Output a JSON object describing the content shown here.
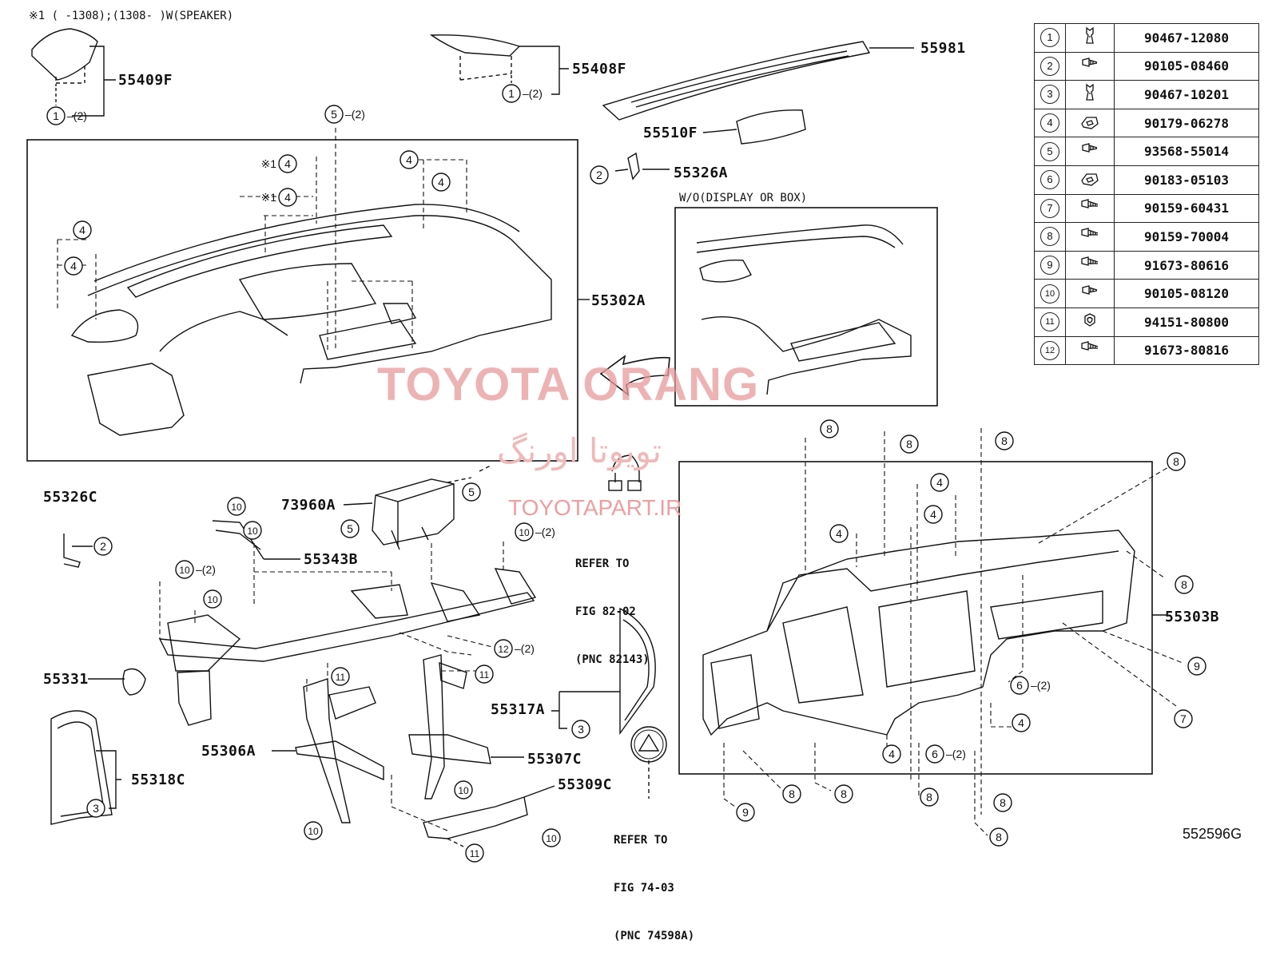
{
  "header_note": "※1 (      -1308);(1308-      )W(SPEAKER)",
  "inset_title": "W/O(DISPLAY OR BOX)",
  "figure_code": "552596G",
  "watermark": {
    "title": "TOYOTA ORANG",
    "persian": "تویوتا اورنگ",
    "url": "TOYOTAPART.IR"
  },
  "part_labels": {
    "p55409F": "55409F",
    "p55408F": "55408F",
    "p55981": "55981",
    "p55510F": "55510F",
    "p55326A": "55326A",
    "p55302A": "55302A",
    "p55326C": "55326C",
    "p73960A": "73960A",
    "p55343B": "55343B",
    "p55331": "55331",
    "p55306A": "55306A",
    "p55307C": "55307C",
    "p55309C": "55309C",
    "p55317A": "55317A",
    "p55318C": "55318C",
    "p55303B": "55303B"
  },
  "refer_82": {
    "line1": "REFER TO",
    "line2": "FIG 82-02",
    "line3": "(PNC 82143)"
  },
  "refer_74": {
    "line1": "REFER TO",
    "line2": "FIG 74-03",
    "line3": "(PNC 74598A)"
  },
  "fastener_table": [
    {
      "num": "1",
      "icon": "clip-icon",
      "part": "90467-12080"
    },
    {
      "num": "2",
      "icon": "screw-icon",
      "part": "90105-08460"
    },
    {
      "num": "3",
      "icon": "clip-icon",
      "part": "90467-10201"
    },
    {
      "num": "4",
      "icon": "nut-clip-icon",
      "part": "90179-06278"
    },
    {
      "num": "5",
      "icon": "screw-icon",
      "part": "93568-55014"
    },
    {
      "num": "6",
      "icon": "nut-clip-icon",
      "part": "90183-05103"
    },
    {
      "num": "7",
      "icon": "bolt-icon",
      "part": "90159-60431"
    },
    {
      "num": "8",
      "icon": "bolt-icon",
      "part": "90159-70004"
    },
    {
      "num": "9",
      "icon": "bolt-icon",
      "part": "91673-80616"
    },
    {
      "num": "10",
      "icon": "screw-icon",
      "part": "90105-08120"
    },
    {
      "num": "11",
      "icon": "nut-icon",
      "part": "94151-80800"
    },
    {
      "num": "12",
      "icon": "bolt-icon",
      "part": "91673-80816"
    }
  ],
  "callouts": [
    {
      "n": "1",
      "q": "(2)"
    },
    {
      "n": "1",
      "q": "(2)"
    },
    {
      "n": "5",
      "q": "(2)"
    },
    {
      "n": "2",
      "q": ""
    },
    {
      "n": "4",
      "q": "",
      "pre": "※1"
    },
    {
      "n": "4",
      "q": "",
      "pre": "※1"
    },
    {
      "n": "4",
      "q": ""
    },
    {
      "n": "4",
      "q": ""
    },
    {
      "n": "4",
      "q": ""
    },
    {
      "n": "4",
      "q": ""
    },
    {
      "n": "5",
      "q": ""
    },
    {
      "n": "5",
      "q": ""
    },
    {
      "n": "2",
      "q": ""
    },
    {
      "n": "10",
      "q": ""
    },
    {
      "n": "10",
      "q": ""
    },
    {
      "n": "10",
      "q": "(2)"
    },
    {
      "n": "10",
      "q": ""
    },
    {
      "n": "10",
      "q": "(2)"
    },
    {
      "n": "12",
      "q": "(2)"
    },
    {
      "n": "11",
      "q": ""
    },
    {
      "n": "11",
      "q": ""
    },
    {
      "n": "3",
      "q": ""
    },
    {
      "n": "3",
      "q": ""
    },
    {
      "n": "10",
      "q": ""
    },
    {
      "n": "10",
      "q": ""
    },
    {
      "n": "10",
      "q": ""
    },
    {
      "n": "11",
      "q": ""
    },
    {
      "n": "8",
      "q": ""
    },
    {
      "n": "8",
      "q": ""
    },
    {
      "n": "8",
      "q": ""
    },
    {
      "n": "8",
      "q": ""
    },
    {
      "n": "4",
      "q": ""
    },
    {
      "n": "4",
      "q": ""
    },
    {
      "n": "4",
      "q": ""
    },
    {
      "n": "8",
      "q": ""
    },
    {
      "n": "9",
      "q": ""
    },
    {
      "n": "6",
      "q": "(2)"
    },
    {
      "n": "7",
      "q": ""
    },
    {
      "n": "4",
      "q": ""
    },
    {
      "n": "4",
      "q": ""
    },
    {
      "n": "6",
      "q": "(2)"
    },
    {
      "n": "9",
      "q": ""
    },
    {
      "n": "8",
      "q": ""
    },
    {
      "n": "8",
      "q": ""
    },
    {
      "n": "8",
      "q": ""
    },
    {
      "n": "8",
      "q": ""
    },
    {
      "n": "8",
      "q": ""
    }
  ]
}
